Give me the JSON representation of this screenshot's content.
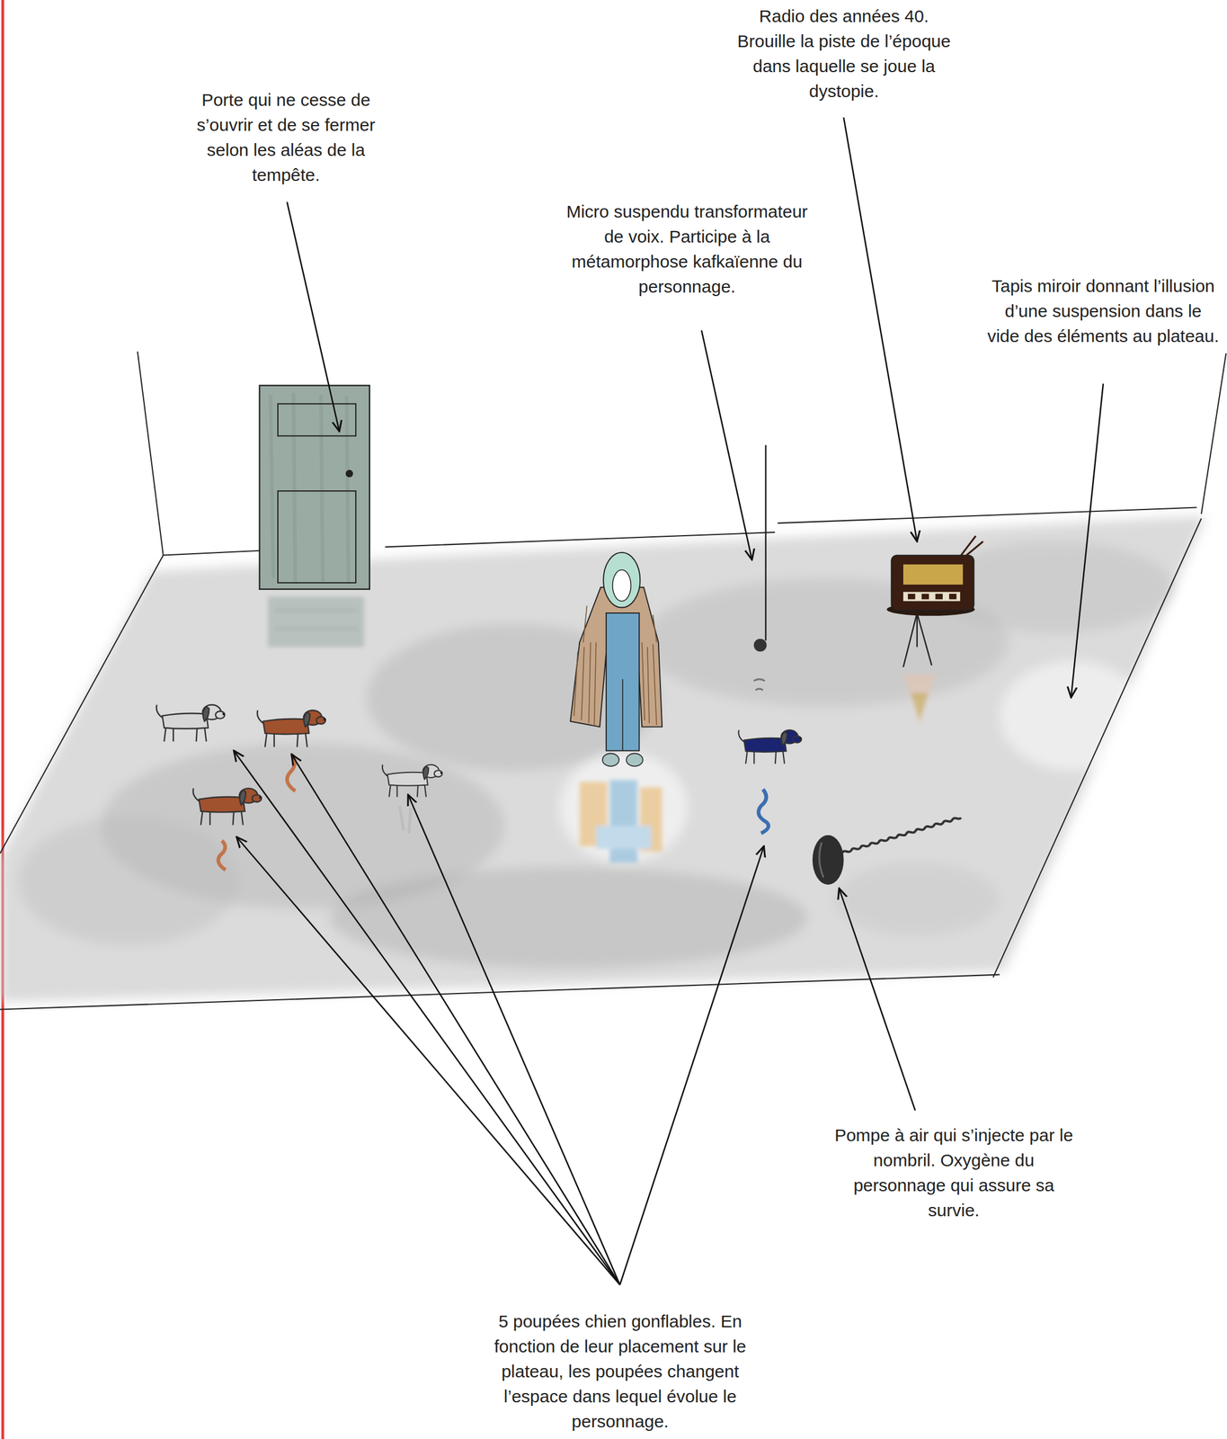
{
  "diagram": {
    "labels": [
      "Porte qui ne cesse de s’ouvrir et de se fermer selon les aléas de la tempête.",
      "Radio des années 40. Brouille la piste de l’époque dans laquelle se joue la dystopie.",
      "Micro suspendu transformateur de voix. Participe à la métamorphose kafkaïenne du personnage.",
      "Tapis miroir donnant l’illusion d’une suspension dans le vide des éléments au plateau.",
      "Pompe à air qui s’injecte par le nombril. Oxygène du personnage qui assure sa survie.",
      "5 poupées chien gonflables. En fonction de leur placement sur le plateau, les poupées changent l’espace dans lequel évolue le personnage."
    ]
  }
}
